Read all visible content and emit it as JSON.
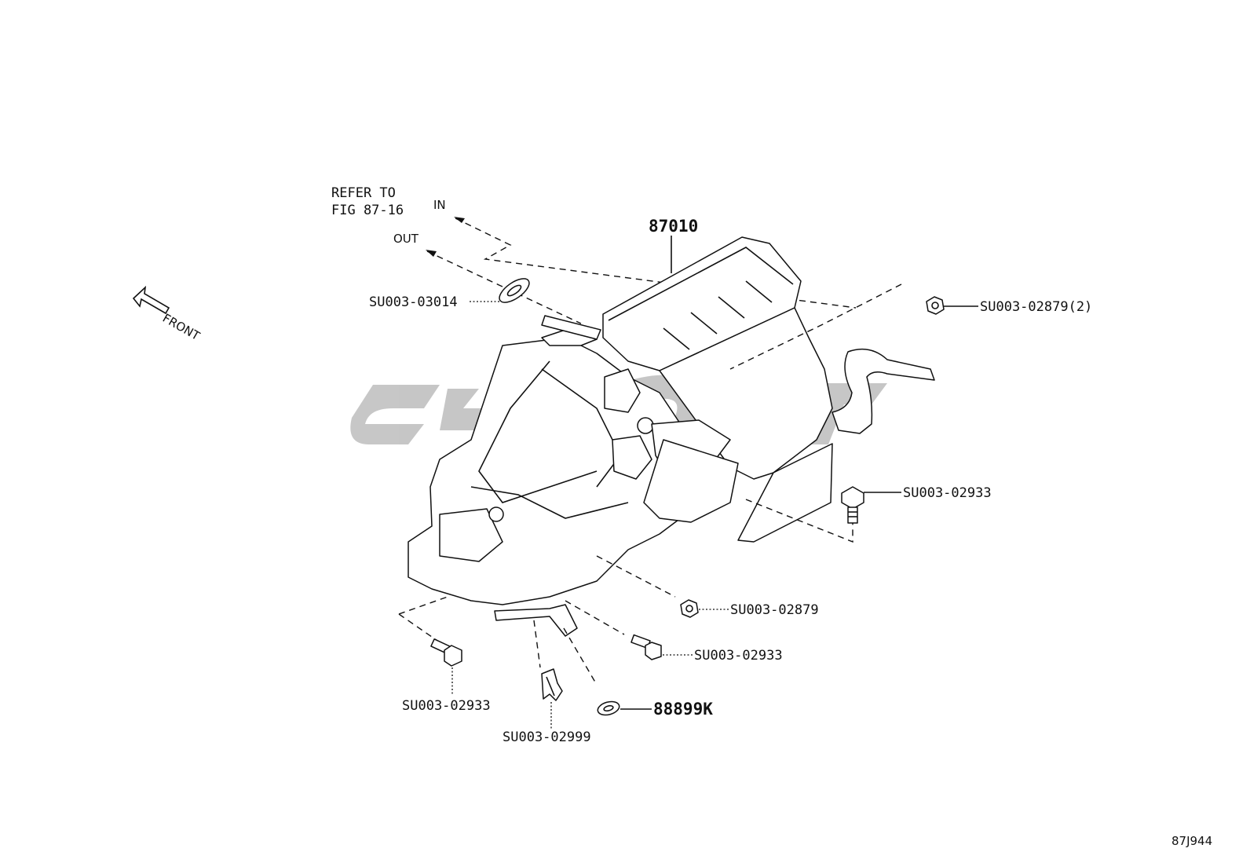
{
  "diagram": {
    "main_part_number": "87010",
    "refer_note": [
      "REFER TO",
      "FIG 87-16"
    ],
    "direction_labels": {
      "in": "IN",
      "out": "OUT",
      "front": "FRONT"
    },
    "callouts": {
      "grommet_top": "SU003-03014",
      "nut_top_right": "SU003-02879(2)",
      "bolt_right": "SU003-02933",
      "nut_lower": "SU003-02879",
      "bolt_lower_mid": "SU003-02933",
      "bolt_lower_left": "SU003-02933",
      "clip_bottom": "SU003-02999",
      "grommet_bottom": "88899K"
    },
    "figure_id": "87J944"
  },
  "colors": {
    "line": "#111111",
    "watermark": "#bdbdbd",
    "background": "#ffffff"
  }
}
